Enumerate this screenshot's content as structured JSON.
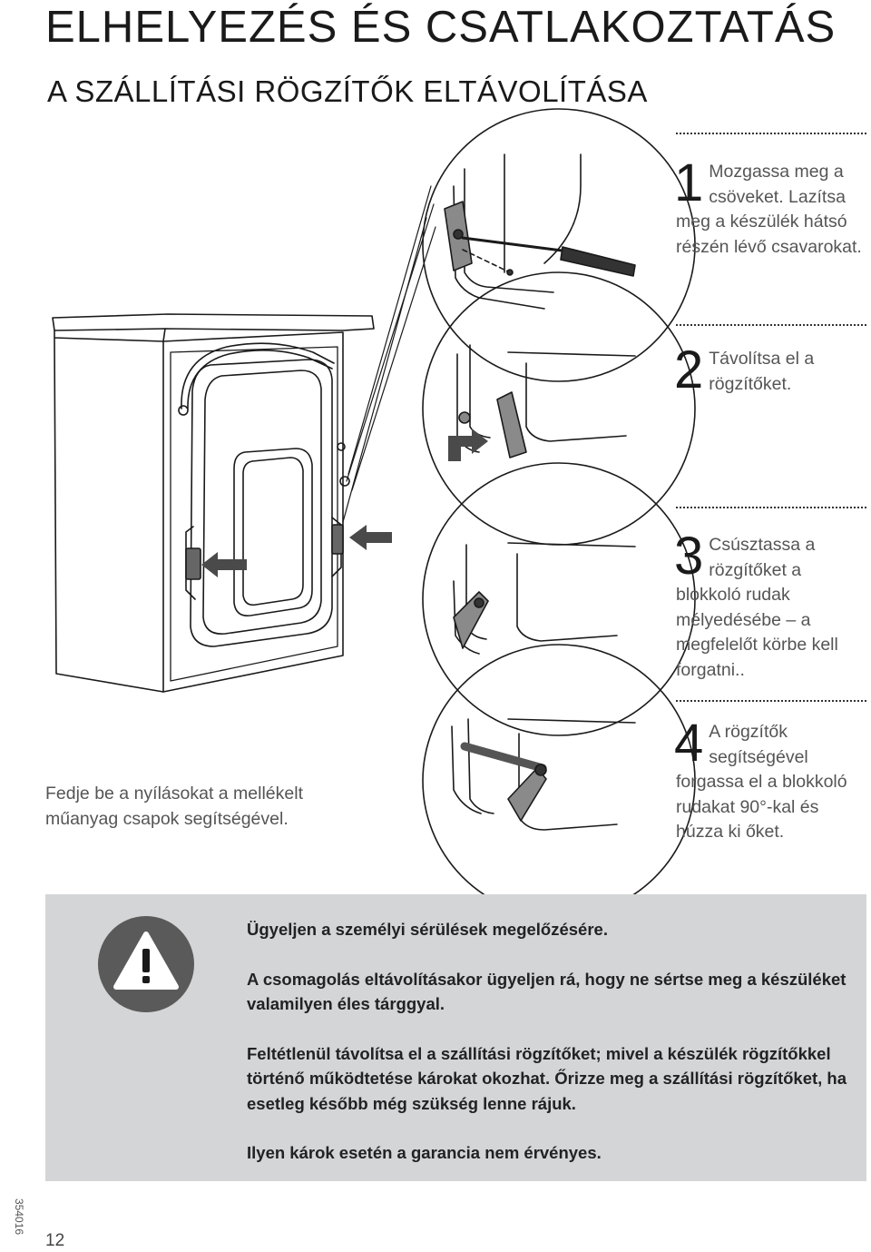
{
  "title": "ELHELYEZÉS ÉS CSATLAKOZTATÁS",
  "subtitle": "A SZÁLLÍTÁSI RÖGZÍTŐK ELTÁVOLÍTÁSA",
  "steps": [
    {
      "number": "1",
      "text": "Mozgassa meg a csöveket. Lazítsa meg a készülék hátsó részén lévő csavarokat."
    },
    {
      "number": "2",
      "text": "Távolítsa el a rögzítőket."
    },
    {
      "number": "3",
      "text": "Csúsztassa a rözgítőket a blokkoló rudak mélyedésébe – a megfelelőt körbe kell forgatni.."
    },
    {
      "number": "4",
      "text": "A rögzítők segítségével forgassa el a blokkoló rudakat 90°-kal és húzza ki őket."
    }
  ],
  "caption": "Fedje be a nyílásokat a mellékelt műanyag csapok segítségével.",
  "warning": {
    "icon": "warning-triangle-icon",
    "paragraphs": [
      "Ügyeljen a személyi sérülések megelőzésére.",
      "A csomagolás eltávolításakor ügyeljen rá, hogy ne sértse meg a készüléket valamilyen éles tárggyal.",
      "Feltétlenül távolítsa el a szállítási rögzítőket; mivel a készülék rögzítőkkel történő működtetése károkat okozhat. Őrizze meg a szállítási rögzítőket, ha esetleg később még szükség lenne rájuk.",
      "Ilyen károk esetén a garancia nem érvényes."
    ],
    "background": "#d4d5d7"
  },
  "doc_id": "354016",
  "page_number": "12"
}
